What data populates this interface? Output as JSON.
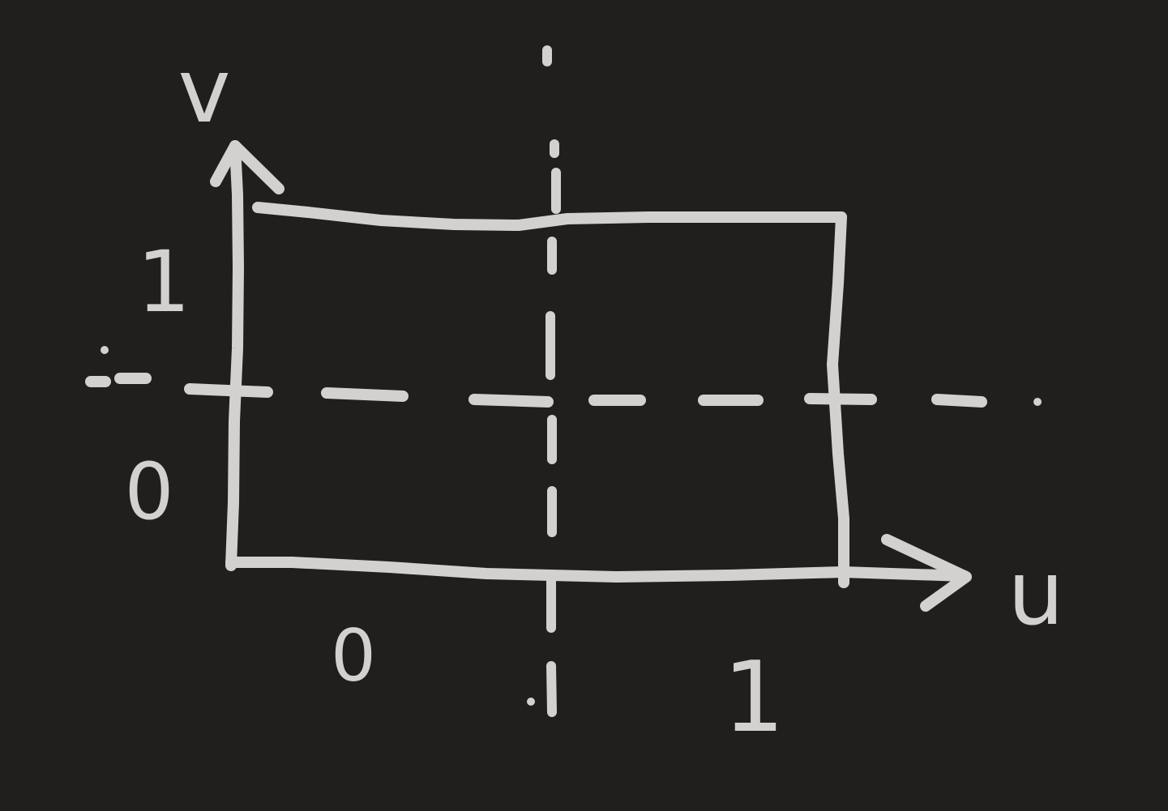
{
  "colors": {
    "background": "#201f1d",
    "ink": "#d3d1cf"
  },
  "axes": {
    "horizontal_label": "u",
    "vertical_label": "v"
  },
  "cells": {
    "top_left": "1",
    "bottom_left": "0",
    "bottom_middle": "0",
    "bottom_right": "1"
  },
  "dividers": {
    "vertical_style": "dash-dot",
    "horizontal_style": "dashed"
  }
}
